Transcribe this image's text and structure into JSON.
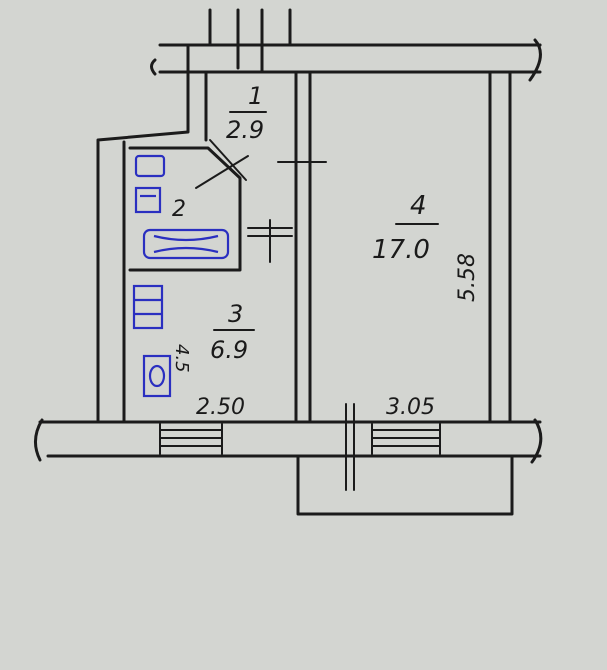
{
  "plan": {
    "rooms": [
      {
        "number": "1",
        "area": "2.9"
      },
      {
        "number": "2"
      },
      {
        "number": "3",
        "area": "6.9"
      },
      {
        "number": "4",
        "area": "17.0"
      }
    ],
    "dimensions": {
      "room3_width": "2.50",
      "room4_width": "3.05",
      "room4_length": "5.58",
      "room3_length": "4.5"
    },
    "colors": {
      "ink": "#1b1b1b",
      "fixtures": "#2a2fc0",
      "paper": "#d3d5d1"
    },
    "fixtures": [
      "toilet",
      "sink",
      "bathtub",
      "stove",
      "kitchen-sink"
    ]
  }
}
